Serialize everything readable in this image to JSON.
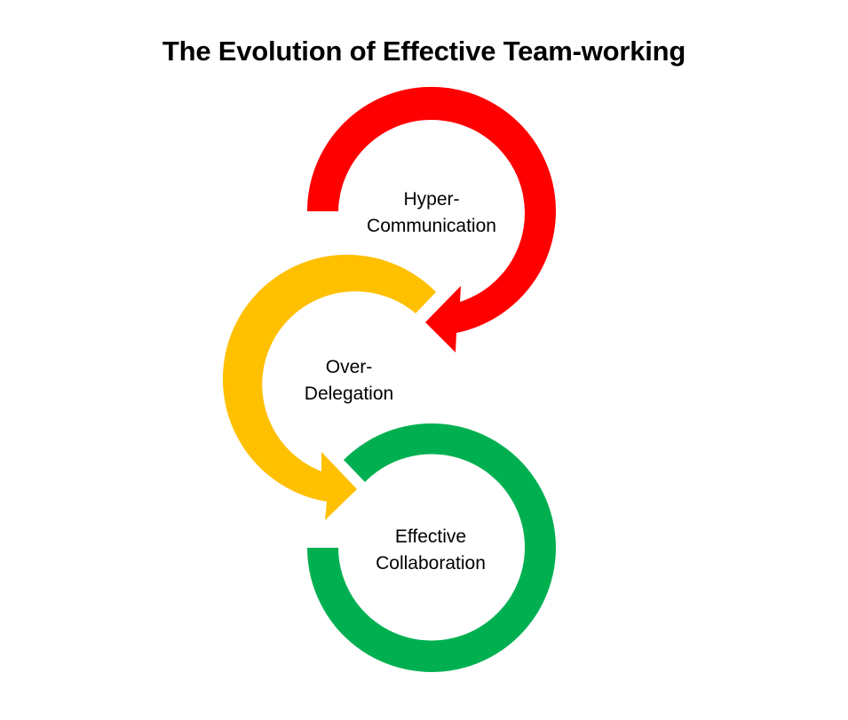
{
  "title": "The Evolution of Effective Team-working",
  "colors": {
    "hyper_communication": "#FF0000",
    "over_delegation": "#FFC000",
    "effective_collaboration": "#00B050",
    "text": "#000000",
    "background": "#FFFFFF"
  },
  "stages": [
    {
      "line1": "Hyper-",
      "line2": "Communication",
      "color": "#FF0000",
      "shape": "curved-arrow"
    },
    {
      "line1": "Over-",
      "line2": "Delegation",
      "color": "#FFC000",
      "shape": "curved-arrow"
    },
    {
      "line1": "Effective",
      "line2": "Collaboration",
      "color": "#00B050",
      "shape": "open-ring"
    }
  ]
}
